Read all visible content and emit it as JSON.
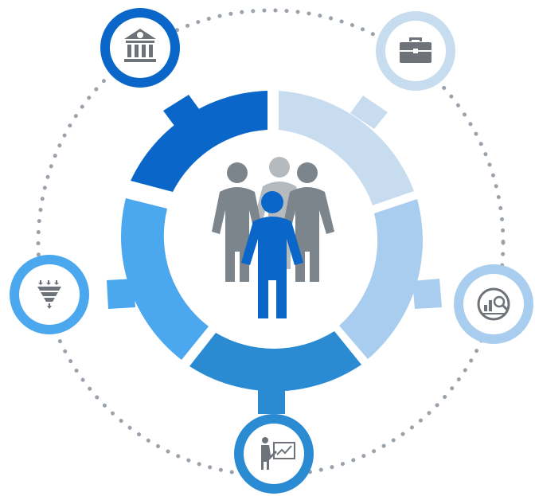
{
  "diagram": {
    "center": {
      "icon": "people-group-icon"
    },
    "segments": [
      {
        "key": "top-left",
        "color": "#0a67c9"
      },
      {
        "key": "top-right",
        "color": "#c8dcf0"
      },
      {
        "key": "right",
        "color": "#a9cdee"
      },
      {
        "key": "bottom",
        "color": "#2a8ad2"
      },
      {
        "key": "left",
        "color": "#4ba7ee"
      }
    ],
    "satellites": [
      {
        "key": "bank",
        "icon": "bank-icon",
        "ring_color": "#0a67c9"
      },
      {
        "key": "briefcase",
        "icon": "briefcase-icon",
        "ring_color": "#c8dcf0"
      },
      {
        "key": "analytics",
        "icon": "analytics-search-icon",
        "ring_color": "#a9cdee"
      },
      {
        "key": "presentation",
        "icon": "presentation-icon",
        "ring_color": "#2a8ad2"
      },
      {
        "key": "funnel",
        "icon": "funnel-icon",
        "ring_color": "#4ba7ee"
      }
    ],
    "orbit_color": "#9aa3ab",
    "icon_color": "#6d7378",
    "people_colors": {
      "front": "#0a67c9",
      "back": "#7d858c",
      "middle": "#b5babe"
    }
  }
}
